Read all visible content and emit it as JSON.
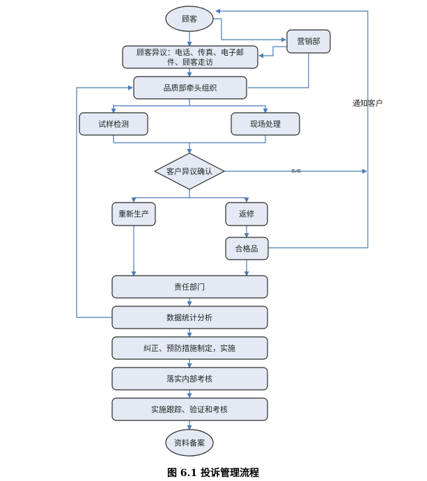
{
  "nodes": {
    "customer": "顾客",
    "marketing": "营销部",
    "complaint_channels_line1": "顾客异议：电话、传真、电子邮",
    "complaint_channels_line2": "件、顾客走访",
    "quality_lead": "品质部牵头组织",
    "sample_test": "试样检测",
    "onsite_handling": "现场处理",
    "confirm": "客户异议确认",
    "reproduce": "重新生产",
    "rework": "返修",
    "qualified": "合格品",
    "responsible_dept": "责任部门",
    "statistics": "数据统计分析",
    "corrective": "纠正、预防措施制定，实施",
    "assessment": "落实内部考核",
    "tracking": "实施跟踪、验证和考核",
    "archive": "资料备案"
  },
  "edge_labels": {
    "notify_customer": "通知客户",
    "no": "否/否"
  },
  "caption": "图 6.1 投诉管理流程",
  "colors": {
    "node_fill": "#e4e9f3",
    "node_stroke": "#2b2b2b",
    "edge": "#4a7bb7"
  }
}
